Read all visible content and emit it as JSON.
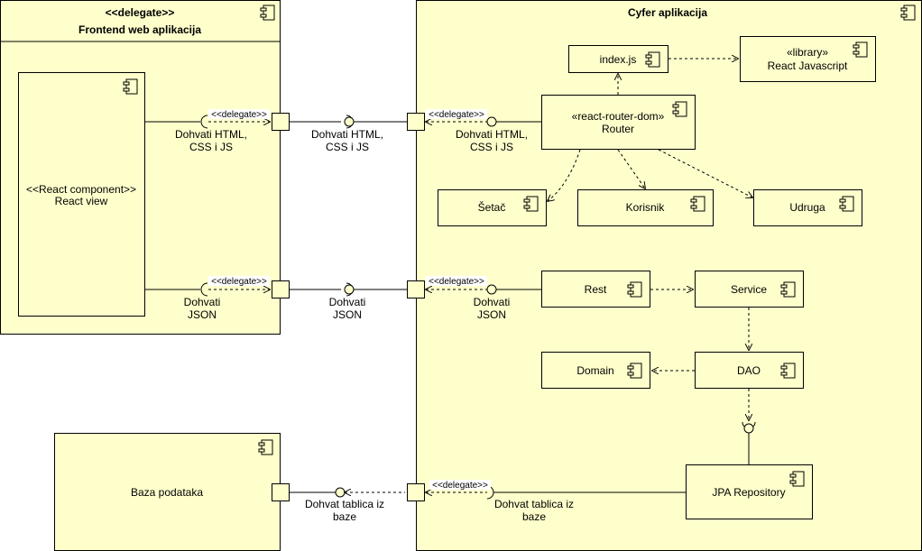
{
  "frontend": {
    "stereotype": "<<delegate>>",
    "title": "Frontend web aplikacija",
    "react_view": {
      "line1": "<<React component>>",
      "line2": "React view"
    }
  },
  "cyfer": {
    "title": "Cyfer aplikacija",
    "index": "index.js",
    "library": {
      "line1": "«library»",
      "line2": "React Javascript"
    },
    "router": {
      "line1": "«react-router-dom»",
      "line2": "Router"
    },
    "setac": "Šetač",
    "korisnik": "Korisnik",
    "udruga": "Udruga",
    "rest": "Rest",
    "service": "Service",
    "domain": "Domain",
    "dao": "DAO",
    "jpa": "JPA Repository"
  },
  "baza": {
    "title": "Baza podataka"
  },
  "labels": {
    "delegate": "<<delegate>>",
    "html1_line1": "Dohvati HTML,",
    "html1_line2": "CSS i JS",
    "html2_line1": "Dohvati HTML,",
    "html2_line2": "CSS i JS",
    "html3_line1": "Dohvati HTML,",
    "html3_line2": "CSS i JS",
    "json1_line1": "Dohvati",
    "json1_line2": "JSON",
    "json2_line1": "Dohvati",
    "json2_line2": "JSON",
    "json3_line1": "Dohvati",
    "json3_line2": "JSON",
    "db1_line1": "Dohvat tablica iz",
    "db1_line2": "baze",
    "db2_line1": "Dohvat tablica iz",
    "db2_line2": "baze"
  }
}
